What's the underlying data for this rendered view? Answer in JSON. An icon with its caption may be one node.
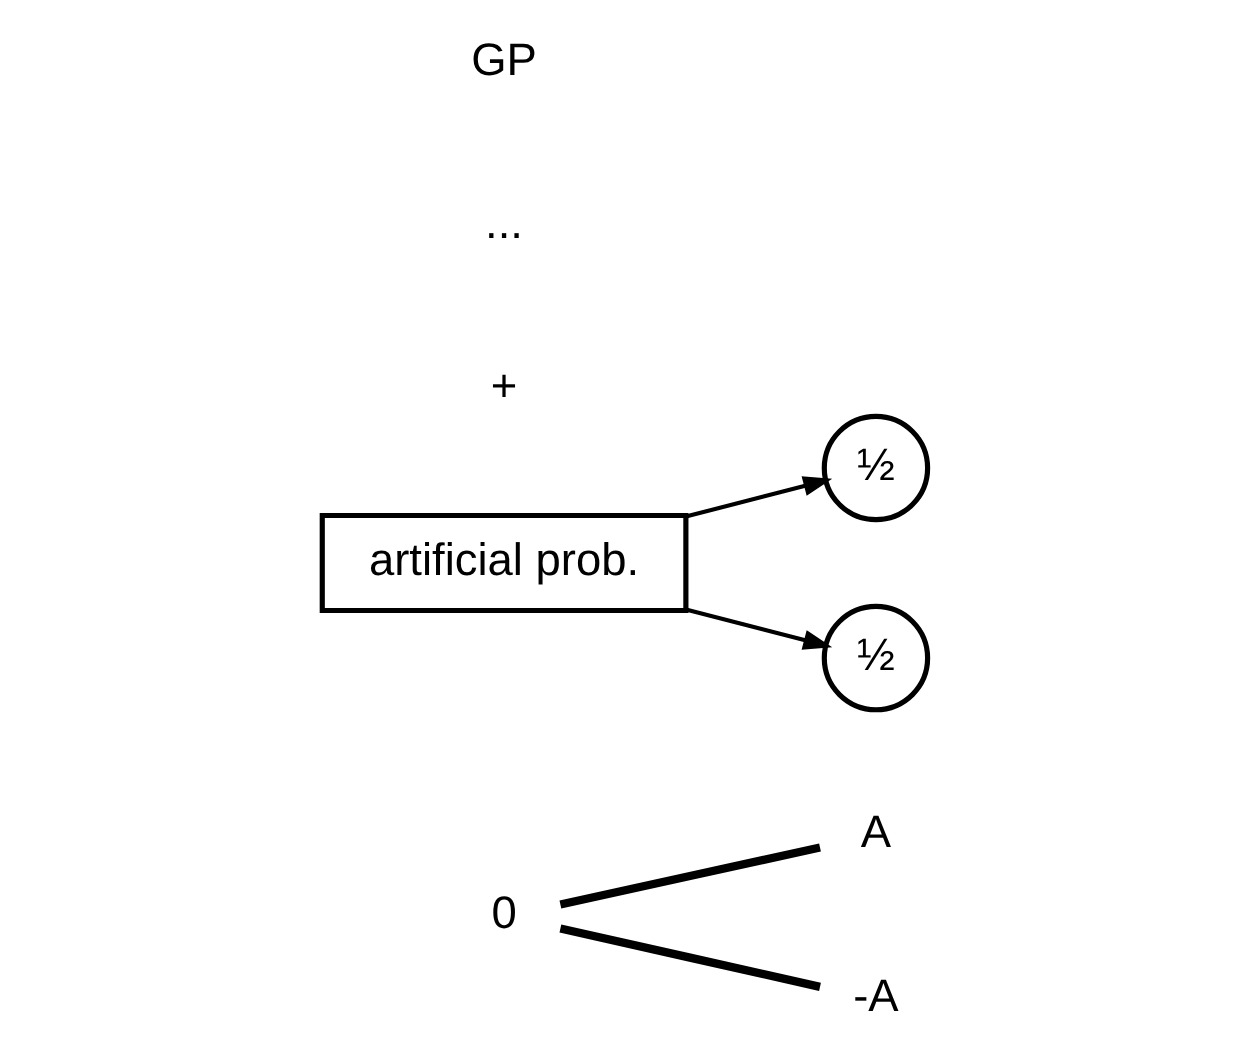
{
  "diagram": {
    "nodes": [
      {
        "text": [
          "0"
        ]
      },
      {
        "text": [
          "A"
        ]
      },
      {
        "text": [
          "-A"
        ]
      },
      {
        "text": [
          "½"
        ]
      },
      {
        "text": [
          "½"
        ]
      },
      {
        "text": [
          "artificial prob."
        ]
      }
    ],
    "edges": [
      {
        "from": 0,
        "to": 1,
        "arrow": "none",
        "style": "thick"
      },
      {
        "from": 0,
        "to": 2,
        "arrow": "none",
        "style": "thick"
      },
      {
        "from": 5,
        "to": 3,
        "arrow": "to"
      },
      {
        "from": 5,
        "to": 4,
        "arrow": "to"
      }
    ],
    "labels": [
      "+",
      "...",
      "GP"
    ]
  }
}
